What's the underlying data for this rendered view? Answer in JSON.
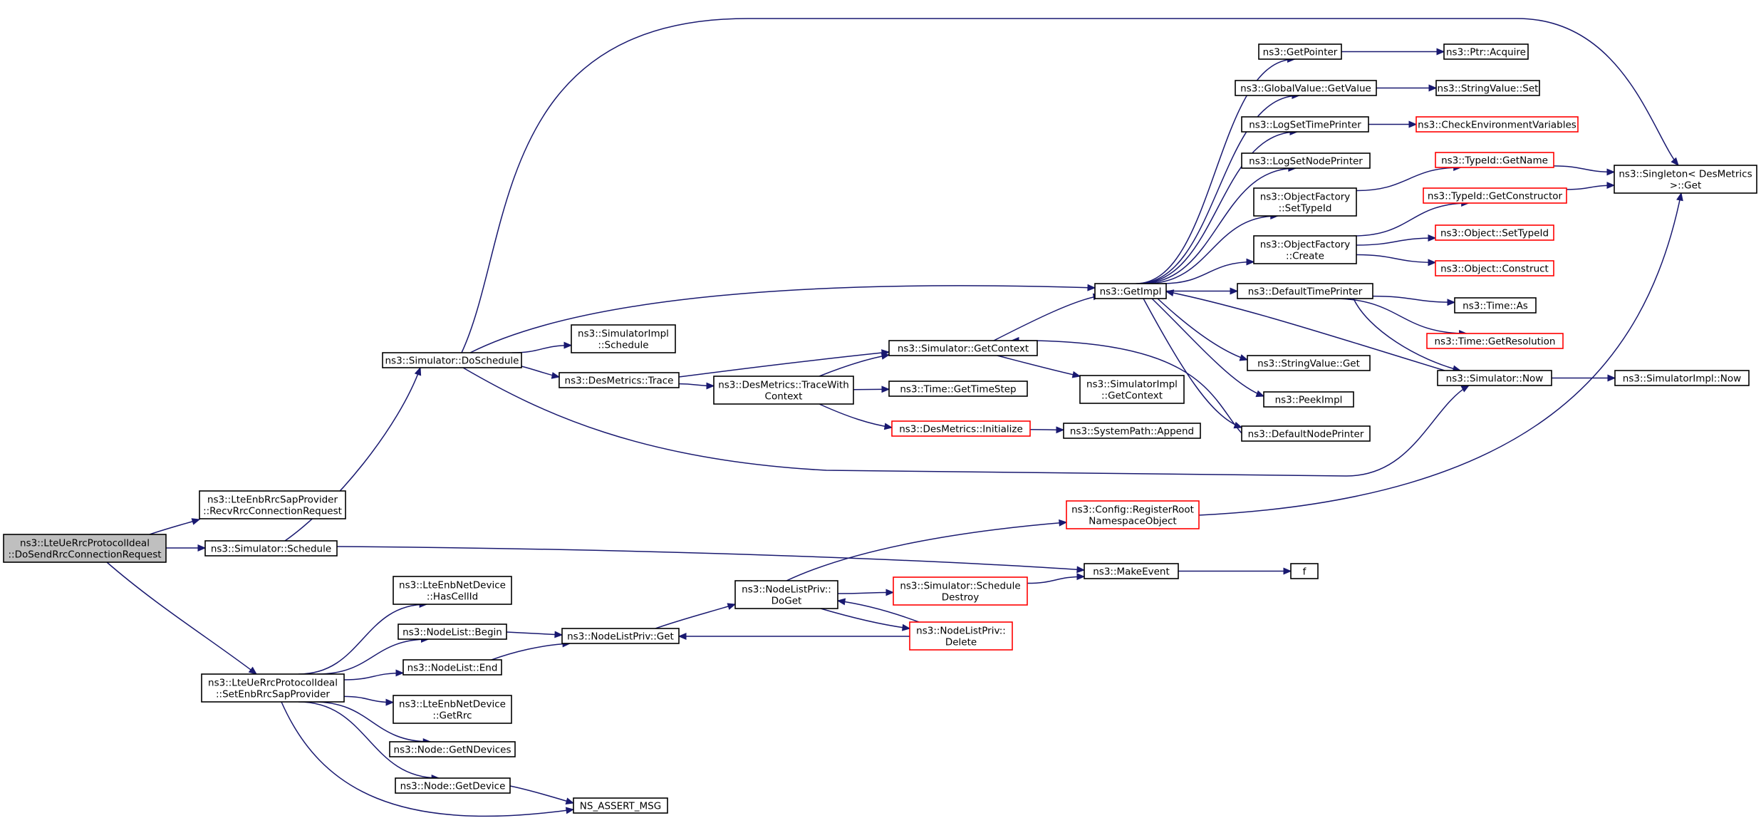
{
  "colors": {
    "edge": "#191970",
    "normal_border": "#000000",
    "truncated_border": "#ff0000",
    "root_fill": "#bfbfbf",
    "node_fill": "#ffffff"
  },
  "nodes": [
    {
      "id": "root",
      "lines": [
        "ns3::LteUeRrcProtocolIdeal",
        "::DoSendRrcConnectionRequest"
      ],
      "root": true
    },
    {
      "id": "recvRrc",
      "lines": [
        "ns3::LteEnbRrcSapProvider",
        "::RecvRrcConnectionRequest"
      ]
    },
    {
      "id": "schedule",
      "lines": [
        "ns3::Simulator::Schedule"
      ]
    },
    {
      "id": "setEnbRrc",
      "lines": [
        "ns3::LteUeRrcProtocolIdeal",
        "::SetEnbRrcSapProvider"
      ]
    },
    {
      "id": "doSchedule",
      "lines": [
        "ns3::Simulator::DoSchedule"
      ]
    },
    {
      "id": "implSchedule",
      "lines": [
        "ns3::SimulatorImpl",
        "::Schedule"
      ]
    },
    {
      "id": "desTrace",
      "lines": [
        "ns3::DesMetrics::Trace"
      ]
    },
    {
      "id": "traceWith",
      "lines": [
        "ns3::DesMetrics::TraceWith",
        "Context"
      ]
    },
    {
      "id": "getContext",
      "lines": [
        "ns3::Simulator::GetContext"
      ]
    },
    {
      "id": "getTimeStep",
      "lines": [
        "ns3::Time::GetTimeStep"
      ]
    },
    {
      "id": "desInit",
      "lines": [
        "ns3::DesMetrics::Initialize"
      ],
      "truncated": true
    },
    {
      "id": "implGetContext",
      "lines": [
        "ns3::SimulatorImpl",
        "::GetContext"
      ]
    },
    {
      "id": "sysAppend",
      "lines": [
        "ns3::SystemPath::Append"
      ]
    },
    {
      "id": "getImpl",
      "lines": [
        "ns3::GetImpl"
      ]
    },
    {
      "id": "getPointer",
      "lines": [
        "ns3::GetPointer"
      ]
    },
    {
      "id": "ptrAcquire",
      "lines": [
        "ns3::Ptr::Acquire"
      ]
    },
    {
      "id": "globalGet",
      "lines": [
        "ns3::GlobalValue::GetValue"
      ]
    },
    {
      "id": "strSet",
      "lines": [
        "ns3::StringValue::Set"
      ]
    },
    {
      "id": "logTime",
      "lines": [
        "ns3::LogSetTimePrinter"
      ]
    },
    {
      "id": "checkEnv",
      "lines": [
        "ns3::CheckEnvironmentVariables"
      ],
      "truncated": true
    },
    {
      "id": "logNode",
      "lines": [
        "ns3::LogSetNodePrinter"
      ]
    },
    {
      "id": "ofSetType",
      "lines": [
        "ns3::ObjectFactory",
        "::SetTypeId"
      ]
    },
    {
      "id": "typeName",
      "lines": [
        "ns3::TypeId::GetName"
      ],
      "truncated": true
    },
    {
      "id": "typeCtor",
      "lines": [
        "ns3::TypeId::GetConstructor"
      ],
      "truncated": true
    },
    {
      "id": "ofCreate",
      "lines": [
        "ns3::ObjectFactory",
        "::Create"
      ]
    },
    {
      "id": "objSetType",
      "lines": [
        "ns3::Object::SetTypeId"
      ],
      "truncated": true
    },
    {
      "id": "objConstruct",
      "lines": [
        "ns3::Object::Construct"
      ],
      "truncated": true
    },
    {
      "id": "defTime",
      "lines": [
        "ns3::DefaultTimePrinter"
      ]
    },
    {
      "id": "timeAs",
      "lines": [
        "ns3::Time::As"
      ]
    },
    {
      "id": "timeRes",
      "lines": [
        "ns3::Time::GetResolution"
      ],
      "truncated": true
    },
    {
      "id": "strGet",
      "lines": [
        "ns3::StringValue::Get"
      ]
    },
    {
      "id": "peekImpl",
      "lines": [
        "ns3::PeekImpl"
      ]
    },
    {
      "id": "defNode",
      "lines": [
        "ns3::DefaultNodePrinter"
      ]
    },
    {
      "id": "singleton",
      "lines": [
        "ns3::Singleton< DesMetrics",
        " >::Get"
      ]
    },
    {
      "id": "simNow",
      "lines": [
        "ns3::Simulator::Now"
      ]
    },
    {
      "id": "implNow",
      "lines": [
        "ns3::SimulatorImpl::Now"
      ]
    },
    {
      "id": "cfgRoot",
      "lines": [
        "ns3::Config::RegisterRoot",
        "NamespaceObject"
      ],
      "truncated": true
    },
    {
      "id": "makeEvent",
      "lines": [
        "ns3::MakeEvent"
      ]
    },
    {
      "id": "f",
      "lines": [
        "f"
      ]
    },
    {
      "id": "hasCell",
      "lines": [
        "ns3::LteEnbNetDevice",
        "::HasCellId"
      ]
    },
    {
      "id": "nlBegin",
      "lines": [
        "ns3::NodeList::Begin"
      ]
    },
    {
      "id": "nlEnd",
      "lines": [
        "ns3::NodeList::End"
      ]
    },
    {
      "id": "getRrc",
      "lines": [
        "ns3::LteEnbNetDevice",
        "::GetRrc"
      ]
    },
    {
      "id": "getNDev",
      "lines": [
        "ns3::Node::GetNDevices"
      ]
    },
    {
      "id": "getDev",
      "lines": [
        "ns3::Node::GetDevice"
      ]
    },
    {
      "id": "assert",
      "lines": [
        "NS_ASSERT_MSG"
      ]
    },
    {
      "id": "nlpGet",
      "lines": [
        "ns3::NodeListPriv::Get"
      ]
    },
    {
      "id": "nlpDoGet",
      "lines": [
        "ns3::NodeListPriv::",
        "DoGet"
      ]
    },
    {
      "id": "schedDestroy",
      "lines": [
        "ns3::Simulator::Schedule",
        "Destroy"
      ],
      "truncated": true
    },
    {
      "id": "nlpDelete",
      "lines": [
        "ns3::NodeListPriv::",
        "Delete"
      ],
      "truncated": true
    }
  ],
  "edges": [
    [
      "root",
      "recvRrc"
    ],
    [
      "root",
      "schedule"
    ],
    [
      "root",
      "setEnbRrc"
    ],
    [
      "schedule",
      "doSchedule"
    ],
    [
      "schedule",
      "makeEvent"
    ],
    [
      "doSchedule",
      "implSchedule"
    ],
    [
      "doSchedule",
      "desTrace"
    ],
    [
      "doSchedule",
      "getImpl"
    ],
    [
      "doSchedule",
      "singleton"
    ],
    [
      "doSchedule",
      "simNow"
    ],
    [
      "desTrace",
      "getContext"
    ],
    [
      "desTrace",
      "traceWith"
    ],
    [
      "traceWith",
      "getContext"
    ],
    [
      "traceWith",
      "getTimeStep"
    ],
    [
      "traceWith",
      "desInit"
    ],
    [
      "desInit",
      "sysAppend"
    ],
    [
      "getContext",
      "getImpl"
    ],
    [
      "getContext",
      "implGetContext"
    ],
    [
      "getImpl",
      "getPointer"
    ],
    [
      "getImpl",
      "globalGet"
    ],
    [
      "getImpl",
      "logTime"
    ],
    [
      "getImpl",
      "logNode"
    ],
    [
      "getImpl",
      "ofSetType"
    ],
    [
      "getImpl",
      "ofCreate"
    ],
    [
      "getImpl",
      "defTime"
    ],
    [
      "getImpl",
      "strGet"
    ],
    [
      "getImpl",
      "peekImpl"
    ],
    [
      "getImpl",
      "defNode"
    ],
    [
      "getPointer",
      "ptrAcquire"
    ],
    [
      "globalGet",
      "strSet"
    ],
    [
      "logTime",
      "checkEnv"
    ],
    [
      "ofSetType",
      "typeName"
    ],
    [
      "ofCreate",
      "typeCtor"
    ],
    [
      "ofCreate",
      "objSetType"
    ],
    [
      "ofCreate",
      "objConstruct"
    ],
    [
      "typeName",
      "singleton"
    ],
    [
      "typeCtor",
      "singleton"
    ],
    [
      "defTime",
      "timeAs"
    ],
    [
      "defTime",
      "timeRes"
    ],
    [
      "defTime",
      "simNow"
    ],
    [
      "simNow",
      "getImpl"
    ],
    [
      "simNow",
      "implNow"
    ],
    [
      "defNode",
      "getContext"
    ],
    [
      "makeEvent",
      "f"
    ],
    [
      "cfgRoot",
      "singleton"
    ],
    [
      "setEnbRrc",
      "hasCell"
    ],
    [
      "setEnbRrc",
      "nlBegin"
    ],
    [
      "setEnbRrc",
      "nlEnd"
    ],
    [
      "setEnbRrc",
      "getRrc"
    ],
    [
      "setEnbRrc",
      "getNDev"
    ],
    [
      "setEnbRrc",
      "getDev"
    ],
    [
      "setEnbRrc",
      "assert"
    ],
    [
      "nlBegin",
      "nlpGet"
    ],
    [
      "nlEnd",
      "nlpGet"
    ],
    [
      "getDev",
      "assert"
    ],
    [
      "nlpGet",
      "nlpDoGet"
    ],
    [
      "nlpDoGet",
      "cfgRoot"
    ],
    [
      "nlpDoGet",
      "schedDestroy"
    ],
    [
      "nlpDoGet",
      "nlpDelete"
    ],
    [
      "schedDestroy",
      "makeEvent"
    ],
    [
      "nlpDelete",
      "nlpDoGet"
    ],
    [
      "nlpDelete",
      "nlpGet"
    ]
  ]
}
